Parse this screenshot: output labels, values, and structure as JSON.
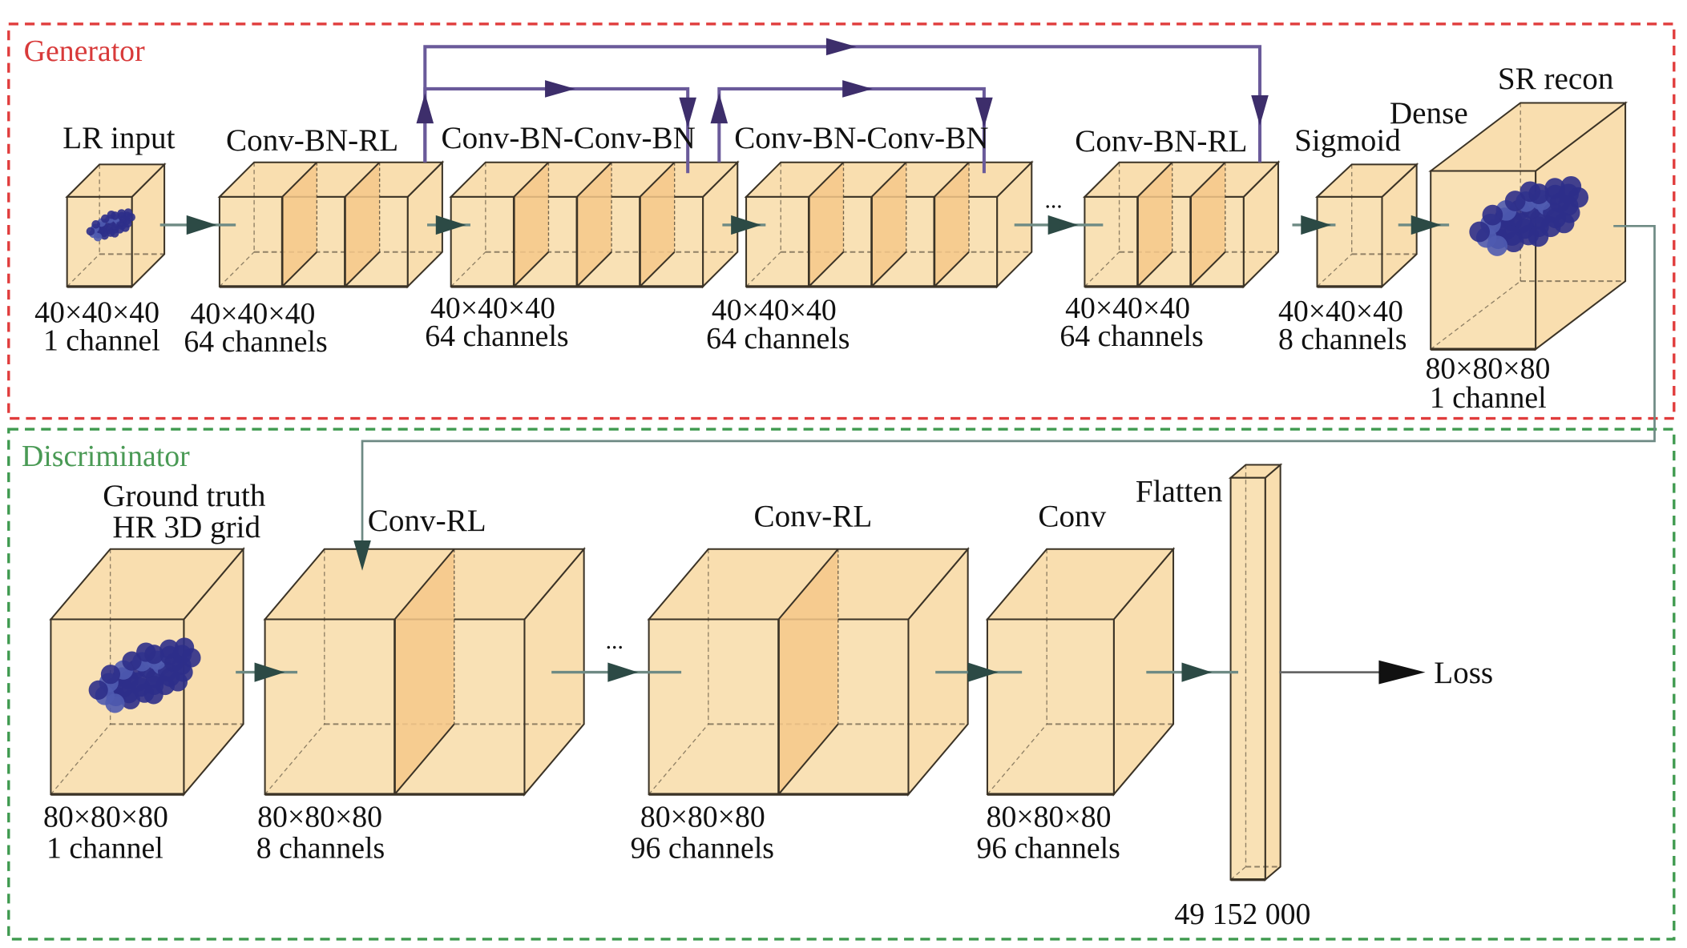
{
  "colors": {
    "generator_border": "#e03c3c",
    "discriminator_border": "#3f9a4f",
    "generator_title": "#d83a3a",
    "discriminator_title": "#4a9a55",
    "cube_fill": "#f9deaf",
    "cube_inner_slab": "#f6c88a",
    "cube_edge": "#3b3326",
    "flow_arrow": "#2c4a45",
    "skip_arrow": "#3d2e6b",
    "loss_arrow": "#111111",
    "point_cloud": "#2e2f8a"
  },
  "generator": {
    "title": "Generator",
    "layers": [
      {
        "name": "LR input",
        "dims": "40×40×40",
        "channels": "1 channel",
        "slabs": 0,
        "point_cloud": true
      },
      {
        "name": "Conv-BN-RL",
        "dims": "40×40×40",
        "channels": "64 channels",
        "slabs": 2,
        "point_cloud": false
      },
      {
        "name": "Conv-BN-Conv-BN",
        "dims": "40×40×40",
        "channels": "64 channels",
        "slabs": 3,
        "point_cloud": false
      },
      {
        "name": "Conv-BN-Conv-BN",
        "dims": "40×40×40",
        "channels": "64 channels",
        "slabs": 3,
        "point_cloud": false
      },
      {
        "name": "Conv-BN-RL",
        "dims": "40×40×40",
        "channels": "64 channels",
        "slabs": 2,
        "point_cloud": false
      },
      {
        "name": "Sigmoid",
        "dims": "40×40×40",
        "channels": "8 channels",
        "slabs": 0,
        "point_cloud": false
      },
      {
        "name": "SR recon",
        "dims": "80×80×80",
        "channels": "1 channel",
        "slabs": 0,
        "point_cloud": true,
        "extra_label": "Dense"
      }
    ],
    "ellipsis": "..."
  },
  "discriminator": {
    "title": "Discriminator",
    "layers": [
      {
        "name_line1": "Ground truth",
        "name_line2": "HR 3D grid",
        "dims": "80×80×80",
        "channels": "1 channel",
        "slabs": 0,
        "point_cloud": true
      },
      {
        "name_line1": "Conv-RL",
        "name_line2": "",
        "dims": "80×80×80",
        "channels": "8 channels",
        "slabs": 1,
        "point_cloud": false
      },
      {
        "name_line1": "Conv-RL",
        "name_line2": "",
        "dims": "80×80×80",
        "channels": "96 channels",
        "slabs": 1,
        "point_cloud": false
      },
      {
        "name_line1": "Conv",
        "name_line2": "",
        "dims": "80×80×80",
        "channels": "96 channels",
        "slabs": 0,
        "point_cloud": false
      },
      {
        "name_line1": "Flatten",
        "name_line2": "",
        "dims": "49 152 000",
        "channels": "",
        "slabs": 0,
        "point_cloud": false
      }
    ],
    "ellipsis": "...",
    "output_label": "Loss"
  }
}
